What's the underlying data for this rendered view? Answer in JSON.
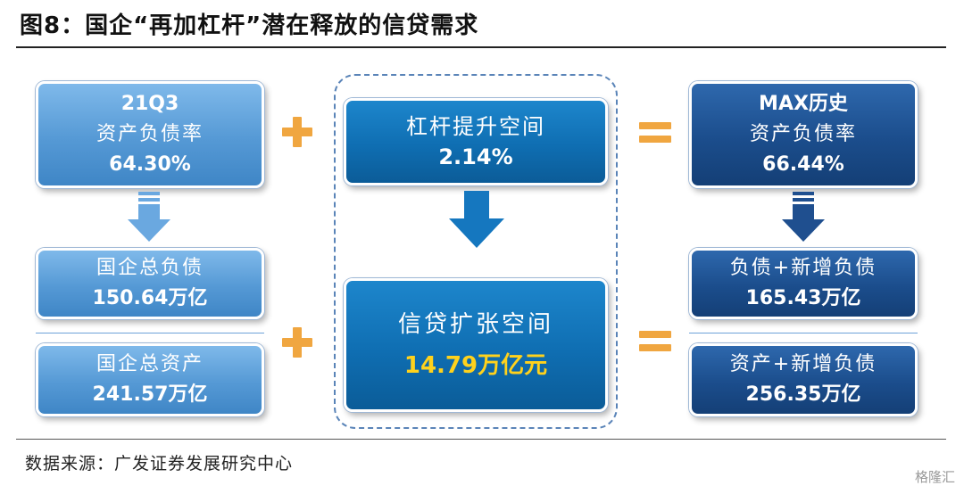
{
  "title": "图8：国企“再加杠杆”潜在释放的信贷需求",
  "source": "数据来源：广发证券发展研究中心",
  "watermark": "格隆汇",
  "left": {
    "top": {
      "line1": "21Q3",
      "line2": "资产负债率",
      "line3": "64.30%"
    },
    "mid": {
      "line1": "国企总负债",
      "line2": "150.64万亿"
    },
    "bottom": {
      "line1": "国企总资产",
      "line2": "241.57万亿"
    }
  },
  "center": {
    "top": {
      "line1": "杠杆提升空间",
      "line2": "2.14%"
    },
    "bottom": {
      "line1": "信贷扩张空间",
      "line2": "14.79万亿元"
    }
  },
  "right": {
    "top": {
      "line1": "MAX历史",
      "line2": "资产负债率",
      "line3": "66.44%"
    },
    "mid": {
      "line1": "负债+新增负债",
      "line2": "165.43万亿"
    },
    "bottom": {
      "line1": "资产+新增负债",
      "line2": "256.35万亿"
    }
  },
  "colors": {
    "light_box": "#5599d5",
    "mid_box": "#0f6eb2",
    "dark_box": "#1b4d8c",
    "operator": "#f0a640",
    "highlight_text": "#ffd21c"
  },
  "icons": [
    "plus-icon",
    "equals-icon",
    "down-arrow-icon"
  ]
}
